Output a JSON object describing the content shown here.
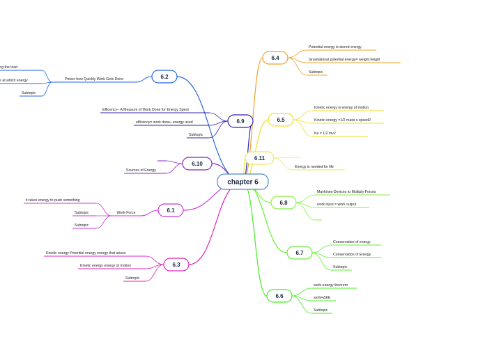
{
  "root": {
    "label": "chapter 6"
  },
  "branches": [
    {
      "id": "6.4",
      "label": "6.4",
      "color": "#f0a020",
      "children": [
        "Potential energy is stored energy",
        "Gravitational potential energy= weight height",
        "Subtopic"
      ]
    },
    {
      "id": "6.5",
      "label": "6.5",
      "color": "#f0e020",
      "children": [
        "Kinetic energy is energy of motion",
        "Kinetic energy =1/2 mass x speed2",
        "Ke = 1/2 mv2"
      ]
    },
    {
      "id": "6.11",
      "label": "6.11",
      "color": "#e8e860",
      "children": [
        "",
        "Energy is needed for life"
      ]
    },
    {
      "id": "6.8",
      "label": "6.8",
      "color": "#88ee44",
      "children": [
        "Mavhines-Devices to Multiply Forces",
        "work input = work output",
        ""
      ]
    },
    {
      "id": "6.7",
      "label": "6.7",
      "color": "#66ee33",
      "children": [
        "Conservation of energy",
        "Conservation of Energy",
        "Subtopic"
      ]
    },
    {
      "id": "6.6",
      "label": "6.6",
      "color": "#44ee22",
      "children": [
        "work-energy theorem",
        "work=ΔKE",
        "Subtopic"
      ]
    },
    {
      "id": "6.2",
      "label": "6.2",
      "color": "#2266dd",
      "mid": "Power-how Quickly Work Gets Done",
      "children": [
        "lifting the load",
        "rate at which energy",
        "Subtopic"
      ]
    },
    {
      "id": "6.9",
      "label": "6.9",
      "color": "#3322aa",
      "children": [
        "Efficency-- A Measure of Work Done for Energy Spent",
        "efficency= work done÷ energy used",
        "Subtopic"
      ]
    },
    {
      "id": "6.10",
      "label": "6.10",
      "color": "#8822cc",
      "children": [
        "",
        "Sources of Energy"
      ]
    },
    {
      "id": "6.1",
      "label": "6.1",
      "color": "#cc33dd",
      "mid": "Work-Force",
      "children": [
        "it takes energy to push something",
        "Subtopic",
        "Subtopic"
      ]
    },
    {
      "id": "6.3",
      "label": "6.3",
      "color": "#dd22bb",
      "children": [
        "Kinetic energy Potential energy energy that arises",
        "Kinetic energy energy of motion",
        "Subtopic"
      ]
    }
  ]
}
